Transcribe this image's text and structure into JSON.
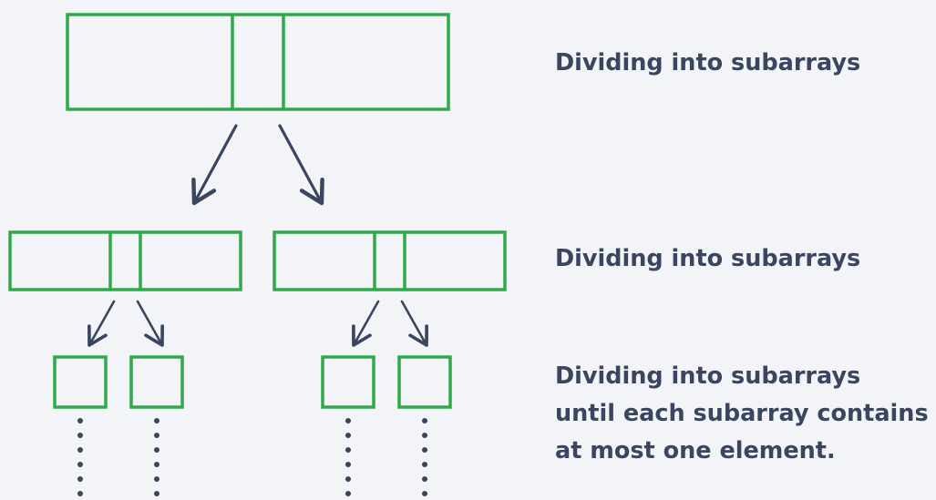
{
  "captions": {
    "level1": "Dividing into subarrays",
    "level2": "Dividing into subarrays",
    "level3": [
      "Dividing into subarrays",
      "until each subarray contains",
      "at most one element."
    ]
  },
  "colors": {
    "box_stroke": "#2eaa4a",
    "arrow": "#3a4660",
    "text": "#3a4660",
    "background": "#f3f4f7"
  }
}
